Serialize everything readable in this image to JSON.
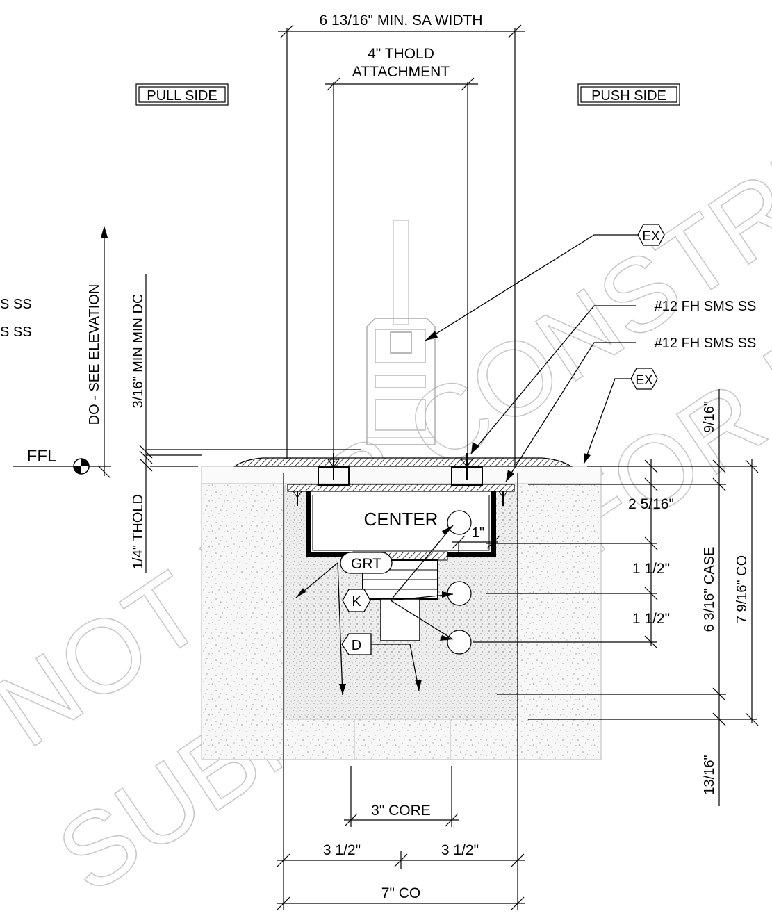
{
  "dimensions": {
    "min_sa_width": "6 13/16\" MIN. SA WIDTH",
    "thold_attachment_line1": "4\" THOLD",
    "thold_attachment_line2": "ATTACHMENT",
    "do_elevation": "DO - SEE ELEVATION",
    "min_dc": "3/16\" MIN MIN DC",
    "thold_height": "1/4\" THOLD",
    "dim_9_16": "9/16\"",
    "dim_2_5_16": "2 5/16\"",
    "dim_1_1_2_a": "1 1/2\"",
    "dim_1_1_2_b": "1 1/2\"",
    "case_height": "6 3/16\" CASE",
    "co_height": "7 9/16\" CO",
    "dim_13_16": "13/16\"",
    "dim_1": "1\"",
    "core": "3\" CORE",
    "half_left": "3 1/2\"",
    "half_right": "3 1/2\"",
    "co_width": "7\" CO"
  },
  "labels": {
    "pull_side": "PULL SIDE",
    "push_side": "PUSH SIDE",
    "ffl": "FFL",
    "center": "CENTER",
    "fh_sms_1": "#12 FH SMS SS",
    "fh_sms_2": "#12 FH SMS SS",
    "left_cut_1": "S SS",
    "left_cut_2": "S SS"
  },
  "tags": {
    "ex_1": "EX",
    "ex_2": "EX",
    "grt": "GRT",
    "k": "K",
    "d": "D"
  },
  "watermark": {
    "line1": "NOT FOR CONSTRUCTION",
    "line2": "SUBMITTAL FOR REVIEW"
  }
}
